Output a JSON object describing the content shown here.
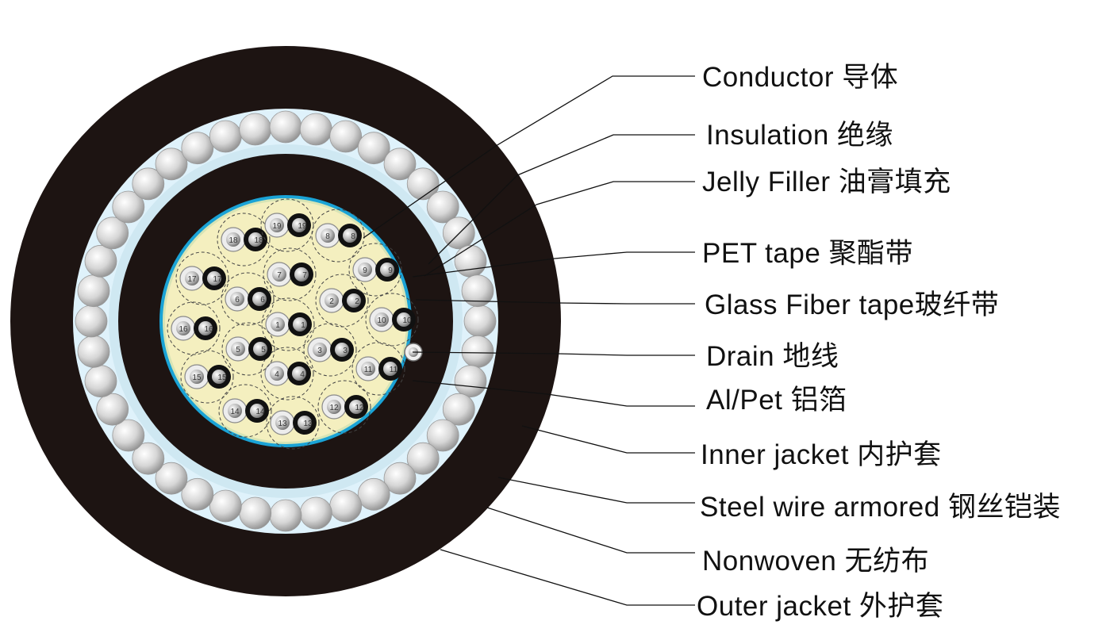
{
  "labels": {
    "conductor": "Conductor 导体",
    "insulation": "Insulation 绝缘",
    "jelly_filler": "Jelly Filler 油膏填充",
    "pet_tape": "PET tape 聚酯带",
    "glass_fiber_tape": "Glass Fiber tape玻纤带",
    "drain": "Drain 地线",
    "al_pet": "Al/Pet 铝箔",
    "inner_jacket": "Inner jacket 内护套",
    "steel_wire_armored": "Steel wire armored  钢丝铠装",
    "nonwoven": "Nonwoven 无纺布",
    "outer_jacket": "Outer jacket 外护套"
  },
  "pair_numbers": [
    "1",
    "2",
    "3",
    "4",
    "5",
    "6",
    "7",
    "8",
    "9",
    "10",
    "11",
    "12",
    "13",
    "14",
    "15",
    "16",
    "17",
    "18",
    "19"
  ],
  "colors": {
    "outer_jacket": "#1d1412",
    "inner_jacket": "#1d1412",
    "jelly_filler": "#f4efbf",
    "glass_fiber_tape": "#1aa3d6",
    "steel_wire": "#cfcfcf",
    "nonwoven": "#dff2fb",
    "leader_line": "#111111"
  },
  "icons": {
    "insulated_core_white": "white-insulated-core-icon",
    "insulated_core_black": "black-insulated-core-icon",
    "drain_wire": "drain-wire-icon",
    "steel_wire": "steel-wire-icon"
  }
}
